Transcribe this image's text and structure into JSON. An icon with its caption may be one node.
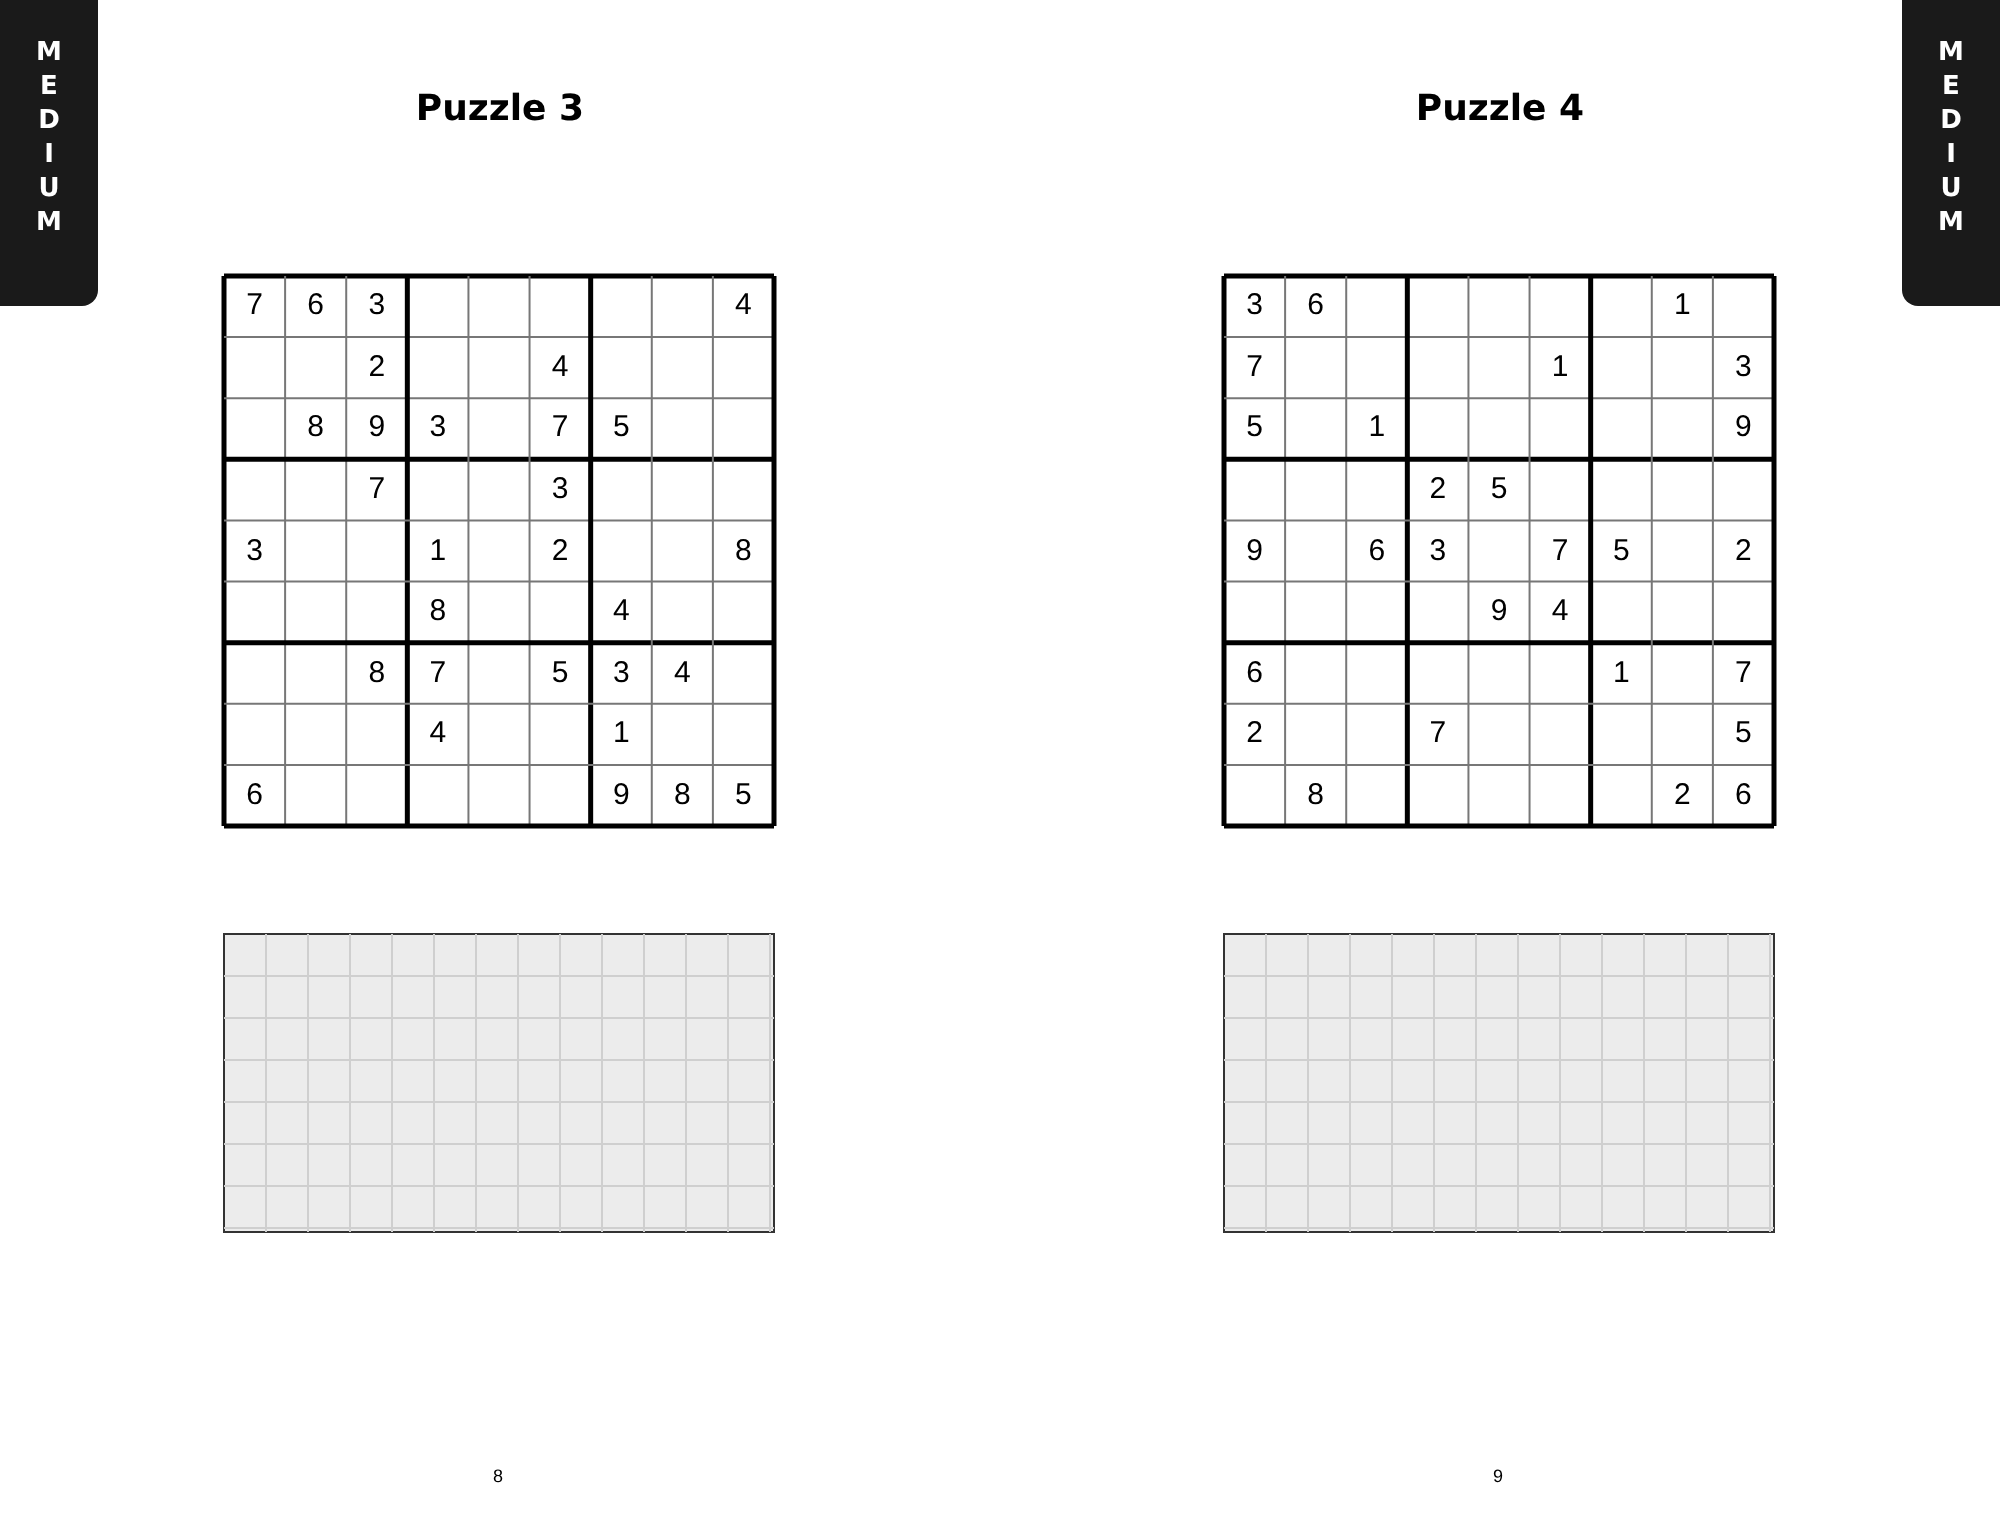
{
  "diagram": {
    "labels": [
      "MEDIUM",
      "Puzzle 3",
      "7",
      "6",
      "3",
      "4",
      "2",
      "4",
      "8",
      "9",
      "3",
      "7",
      "5",
      "7",
      "3",
      "3",
      "1",
      "2",
      "8",
      "8",
      "4",
      "8",
      "7",
      "5",
      "3",
      "4",
      "4",
      "1",
      "6",
      "9",
      "8",
      "5",
      "8",
      "Puzzle 4",
      "3",
      "6",
      "1",
      "7",
      "1",
      "3",
      "5",
      "1",
      "9",
      "2",
      "5",
      "9",
      "6",
      "3",
      "7",
      "5",
      "2",
      "9",
      "4",
      "6",
      "1",
      "7",
      "2",
      "7",
      "5",
      "8",
      "2",
      "6",
      "9",
      "MEDIUM"
    ]
  }
}
